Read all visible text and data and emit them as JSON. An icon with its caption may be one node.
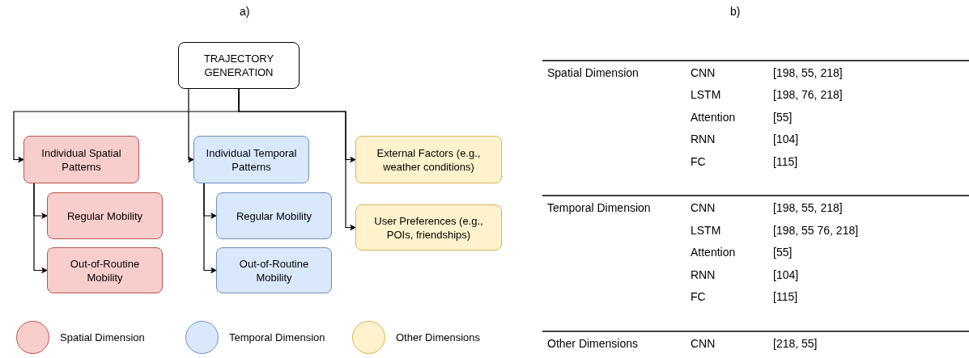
{
  "diagram": {
    "nodes": [
      {
        "text": [
          "TRAJECTORY GENERATION"
        ]
      },
      {
        "text": [
          "Individual Spatial Patterns"
        ]
      },
      {
        "text": [
          "Regular Mobility"
        ]
      },
      {
        "text": [
          "Out-of-Routine Mobility"
        ]
      },
      {
        "text": [
          "Individual Temporal Patterns"
        ]
      },
      {
        "text": [
          "Regular Mobility"
        ]
      },
      {
        "text": [
          "Out-of-Routine Mobility"
        ]
      },
      {
        "text": [
          "External Factors (e.g., weather conditions)"
        ]
      },
      {
        "text": [
          "User Preferences (e.g., POIs, friendships)"
        ]
      }
    ],
    "edges": [
      {
        "from": 0,
        "to": 1,
        "arrow": "to"
      },
      {
        "from": 0,
        "to": 4,
        "arrow": "to"
      },
      {
        "from": 0,
        "to": 7,
        "arrow": "to"
      },
      {
        "from": 0,
        "to": 8,
        "arrow": "to"
      },
      {
        "from": 1,
        "to": 2,
        "arrow": "to"
      },
      {
        "from": 1,
        "to": 3,
        "arrow": "to"
      },
      {
        "from": 4,
        "to": 5,
        "arrow": "to"
      },
      {
        "from": 4,
        "to": 6,
        "arrow": "to"
      }
    ],
    "labels": [
      "a)",
      "b)",
      "Spatial Dimension",
      "CNN",
      "[198, 55, 218]",
      "LSTM",
      "[198, 76, 218]",
      "Attention",
      "[55]",
      "RNN",
      "[104]",
      "FC",
      "[115]",
      "Temporal Dimension",
      "CNN",
      "[198, 55, 218]",
      "LSTM",
      "[198, 55 76, 218]",
      "Attention",
      "[55]",
      "RNN",
      "[104]",
      "FC",
      "[115]",
      "Other Dimensions",
      "CNN",
      "[218, 55]"
    ],
    "legend": [
      {
        "text": "Spatial Dimension",
        "color": "#f8cecc"
      },
      {
        "text": "Temporal Dimension",
        "color": "#dae8fc"
      },
      {
        "text": "Other Dimensions",
        "color": "#fff2cc"
      }
    ]
  }
}
